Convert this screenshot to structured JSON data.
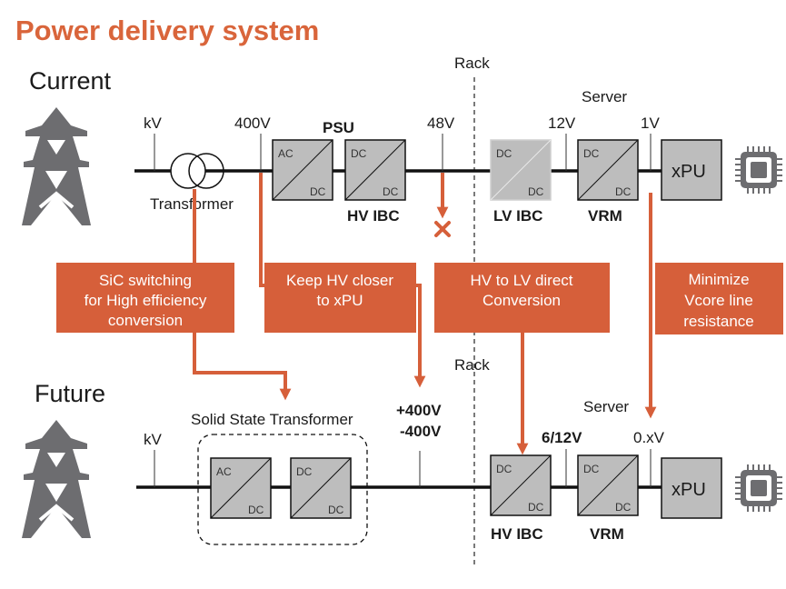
{
  "title": "Power delivery system",
  "colors": {
    "accent": "#d9653b",
    "callout": "#d65f3a",
    "box_fill": "#bdbdbd",
    "line": "#111111",
    "tower": "#6d6d70"
  },
  "current": {
    "section": "Current",
    "rack": "Rack",
    "server": "Server",
    "kv": "kV",
    "v400": "400V",
    "psu": "PSU",
    "v48": "48V",
    "v12": "12V",
    "v1": "1V",
    "transformer": "Transformer",
    "hv_ibc": "HV IBC",
    "lv_ibc": "LV IBC",
    "vrm": "VRM",
    "xpu": "xPU",
    "ac": "AC",
    "dc": "DC"
  },
  "future": {
    "section": "Future",
    "rack": "Rack",
    "server": "Server",
    "kv": "kV",
    "sst": "Solid State Transformer",
    "v400_pos": "+400V",
    "v400_neg": "-400V",
    "v612": "6/12V",
    "v0x": "0.xV",
    "hv_ibc": "HV IBC",
    "vrm": "VRM",
    "xpu": "xPU",
    "ac": "AC",
    "dc": "DC"
  },
  "callouts": [
    {
      "lines": [
        "SiC switching",
        "for High efficiency",
        "conversion"
      ]
    },
    {
      "lines": [
        "Keep HV closer",
        "to xPU"
      ]
    },
    {
      "lines": [
        "HV to LV direct",
        "Conversion"
      ]
    },
    {
      "lines": [
        "Minimize",
        "Vcore line",
        "resistance"
      ]
    }
  ]
}
